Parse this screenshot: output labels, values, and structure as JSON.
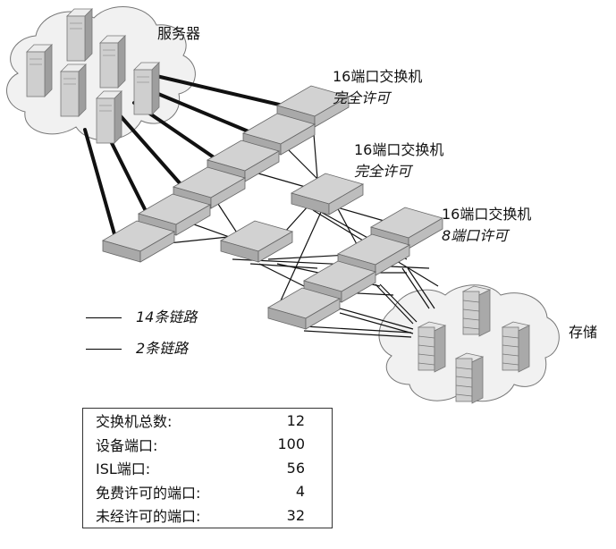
{
  "labels": {
    "servers": "服务器",
    "storage": "存储",
    "switch_group_1_title": "16端口交换机",
    "switch_group_1_license": "完全许可",
    "switch_group_2_title": "16端口交换机",
    "switch_group_2_license": "完全许可",
    "switch_group_3_title": "16端口交换机",
    "switch_group_3_license": "8端口许可"
  },
  "legend": {
    "thick_line": "14条链路",
    "thin_line": "2条链路"
  },
  "stats": [
    {
      "key": "交换机总数:",
      "value": "12"
    },
    {
      "key": "设备端口:",
      "value": "100"
    },
    {
      "key": "ISL端口:",
      "value": "56"
    },
    {
      "key": "免费许可的端口:",
      "value": "4"
    },
    {
      "key": "未经许可的端口:",
      "value": "32"
    }
  ],
  "colors": {
    "cloud_fill": "#f1f1f1",
    "cloud_stroke": "#777777",
    "switch_top": "#cfcfcf",
    "switch_front": "#b3b3b3",
    "server_body": "#d4d4d4"
  }
}
